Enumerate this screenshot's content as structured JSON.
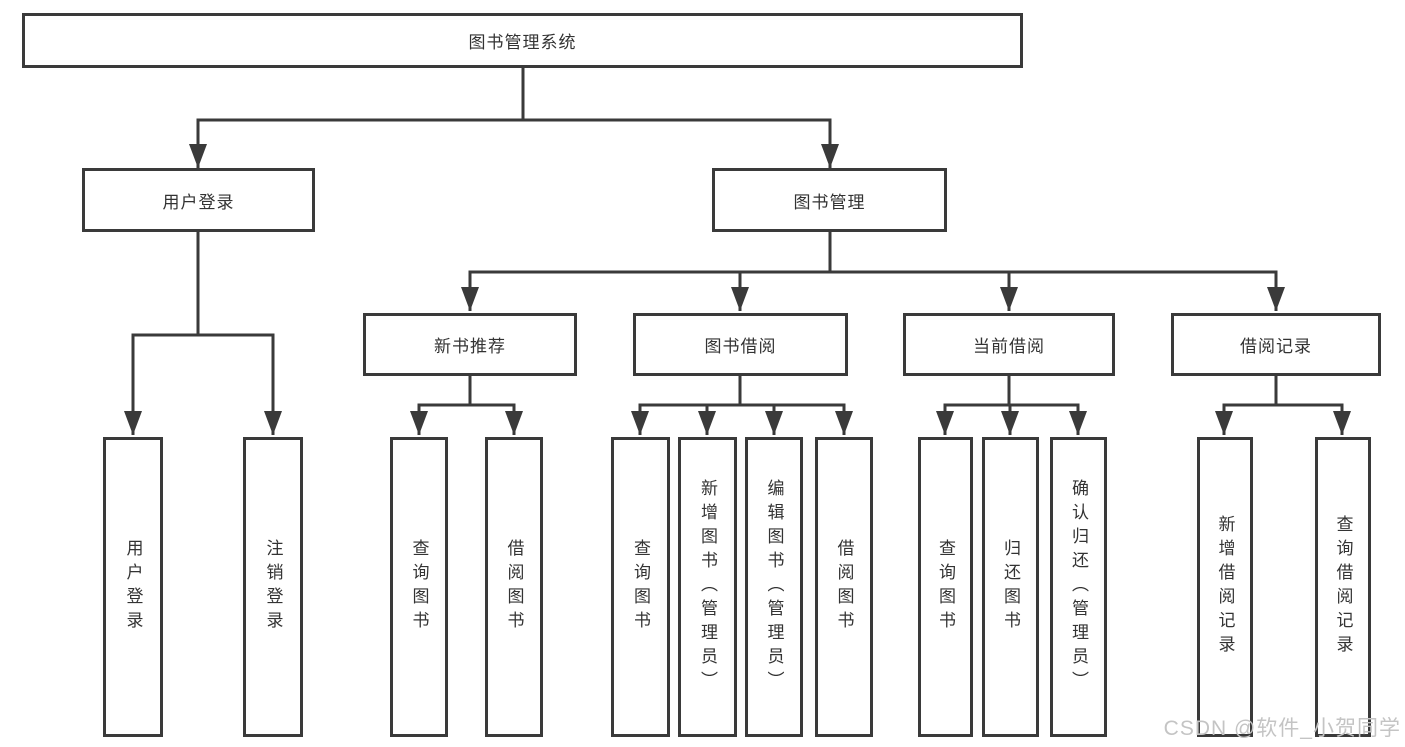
{
  "colors": {
    "background": "#ffffff",
    "line": "#3a3a3a",
    "box_border": "#3a3a3a",
    "text": "#333333",
    "watermark": "#c4c4c4"
  },
  "tree": {
    "root": {
      "label": "图书管理系统"
    },
    "branches": [
      {
        "label": "用户登录",
        "children": [
          {
            "label": "用户登录"
          },
          {
            "label": "注销登录"
          }
        ]
      },
      {
        "label": "图书管理",
        "children": [
          {
            "label": "新书推荐",
            "children": [
              {
                "label": "查询图书"
              },
              {
                "label": "借阅图书"
              }
            ]
          },
          {
            "label": "图书借阅",
            "children": [
              {
                "label": "查询图书"
              },
              {
                "label": "新增图书（管理员）"
              },
              {
                "label": "编辑图书（管理员）"
              },
              {
                "label": "借阅图书"
              }
            ]
          },
          {
            "label": "当前借阅",
            "children": [
              {
                "label": "查询图书"
              },
              {
                "label": "归还图书"
              },
              {
                "label": "确认归还（管理员）"
              }
            ]
          },
          {
            "label": "借阅记录",
            "children": [
              {
                "label": "新增借阅记录"
              },
              {
                "label": "查询借阅记录"
              }
            ]
          }
        ]
      }
    ]
  },
  "watermark": {
    "text": "CSDN @软件_小贺同学"
  }
}
